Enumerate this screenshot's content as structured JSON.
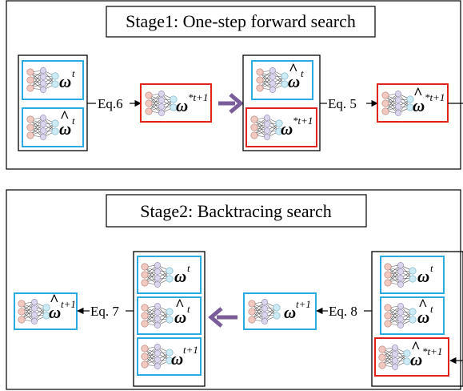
{
  "stage1": {
    "title": "Stage1: One-step forward search",
    "eq_a": "Eq.6",
    "eq_b": "Eq. 5",
    "nodes": {
      "w_t": {
        "symbol": "ω",
        "sup": "t"
      },
      "w_hat_t": {
        "symbol": "ω",
        "sup": "t"
      },
      "w_star": {
        "symbol": "ω",
        "sup": "*t+1"
      },
      "w_hat_star": {
        "symbol": "ω",
        "sup": "*t+1"
      }
    }
  },
  "stage2": {
    "title": "Stage2: Backtracing search",
    "eq_a": "Eq. 7",
    "eq_b": "Eq. 8",
    "nodes": {
      "w_hat_t1": {
        "symbol": "ω",
        "sup": "t+1"
      },
      "w_t": {
        "symbol": "ω",
        "sup": "t"
      },
      "w_hat_t": {
        "symbol": "ω",
        "sup": "t"
      },
      "w_t1": {
        "symbol": "ω",
        "sup": "t+1"
      },
      "w_hat_star": {
        "symbol": "ω",
        "sup": "*t+1"
      }
    }
  },
  "colors": {
    "blue_box": "#29abe2",
    "red_box": "#e0221b",
    "purple_arrow": "#7b5c9a",
    "node_pink": "#f2c9c0",
    "node_lavender": "#dcd5ee",
    "node_cyan": "#cdebf5"
  }
}
